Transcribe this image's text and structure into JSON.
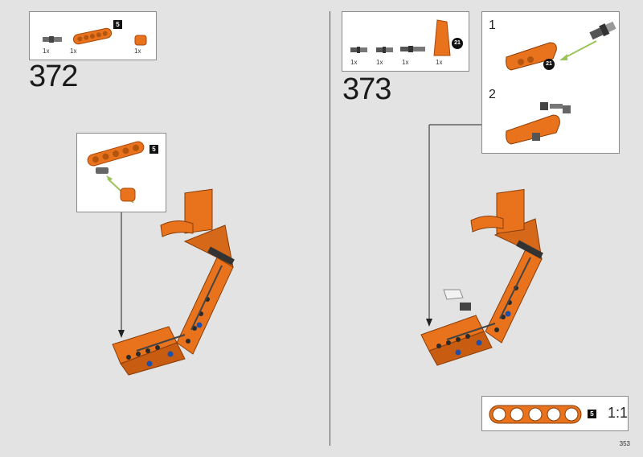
{
  "step372": {
    "number": "372",
    "parts": [
      {
        "qty": "1x",
        "icon": "gray-axle-pin-icon"
      },
      {
        "qty": "1x",
        "icon": "orange-beam-5-icon"
      },
      {
        "qty": "1x",
        "icon": "orange-bush-icon"
      }
    ],
    "beam_badge": "5",
    "callout_badge": "5"
  },
  "step373": {
    "number": "373",
    "parts": [
      {
        "qty": "1x",
        "icon": "gray-pin-icon"
      },
      {
        "qty": "1x",
        "icon": "gray-pin-icon"
      },
      {
        "qty": "1x",
        "icon": "gray-axle-icon"
      },
      {
        "qty": "1x",
        "icon": "orange-panel-icon"
      }
    ],
    "part_badge": "21",
    "sub1": "1",
    "sub2": "2",
    "sub1_badge": "21"
  },
  "scale": {
    "badge": "5",
    "ratio": "1:1"
  },
  "page_number": "353",
  "colors": {
    "background": "#e3e3e3",
    "orange": "#e8731c",
    "gray": "#555555",
    "blue": "#1f4fa8"
  }
}
